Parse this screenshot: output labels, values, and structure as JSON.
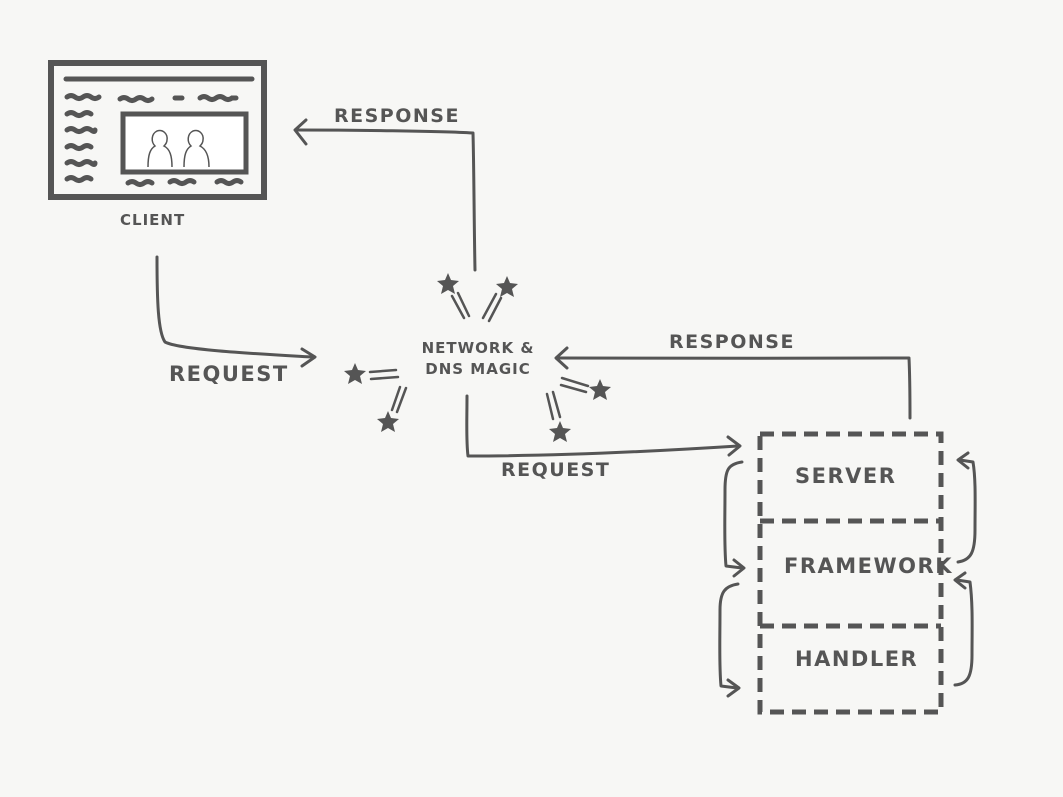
{
  "labels": {
    "client": "CLIENT",
    "network_line1": "NETWORK &",
    "network_line2": "DNS MAGIC",
    "response_top": "RESPONSE",
    "response_right": "RESPONSE",
    "request_left": "REQUEST",
    "request_bottom": "REQUEST",
    "server": "SERVER",
    "framework": "FRAMEWORK",
    "handler": "HANDLER"
  },
  "colors": {
    "background": "#f7f7f5",
    "ink": "#555555",
    "screen_fill": "#ffffff"
  }
}
